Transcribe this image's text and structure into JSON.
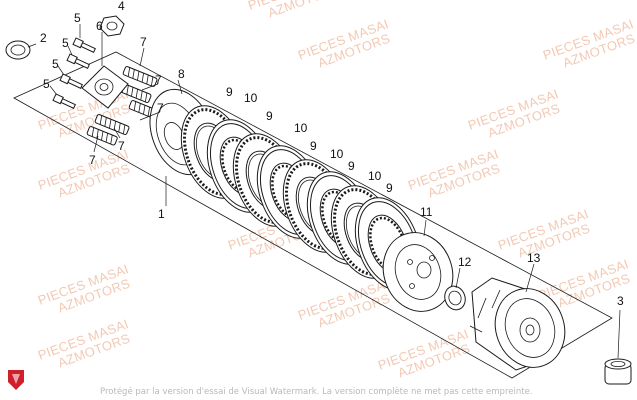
{
  "watermark": {
    "line1": "PIECES MASAI",
    "line2": "AZMOTORS"
  },
  "callouts": [
    "1",
    "2",
    "3",
    "4",
    "5",
    "6",
    "7",
    "8",
    "9",
    "10",
    "11",
    "12",
    "13"
  ],
  "notice": "Protégé par la version d'essai de Visual Watermark. La version complète ne met pas cette empreinte.",
  "colors": {
    "line": "#1a1a1a",
    "watermark": "#f2c9b4",
    "logo": "#d0202b"
  },
  "icons": {
    "logo": "red-shield-logo-icon"
  }
}
